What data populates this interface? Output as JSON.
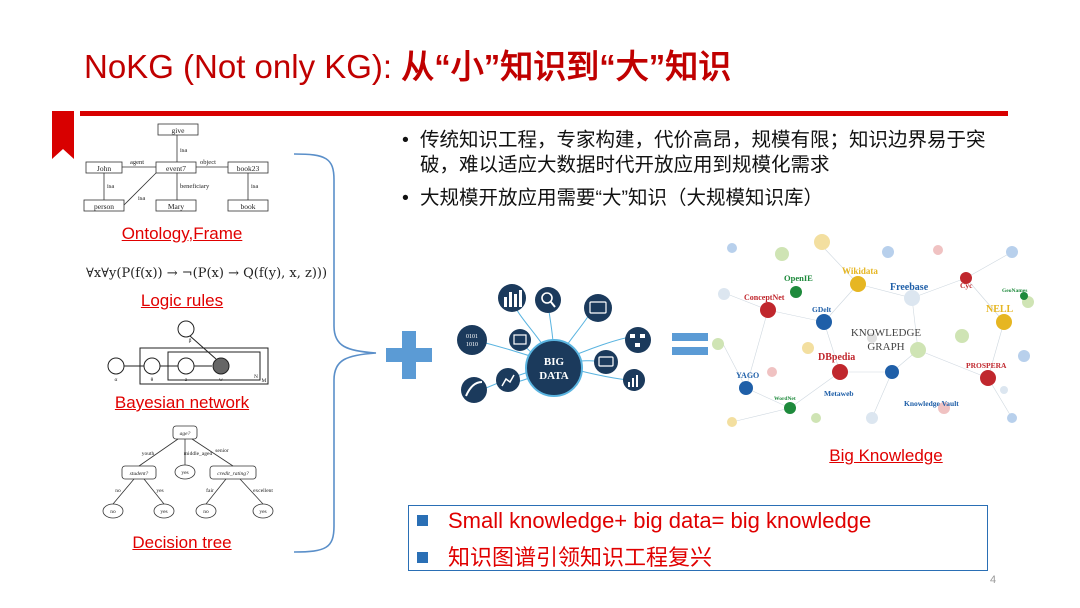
{
  "title": {
    "prefix": "NoKG (Not only KG): ",
    "emphasis": "从“小”知识到“大”知识"
  },
  "colors": {
    "accent_red": "#d80000",
    "text_red": "#e00000",
    "blue": "#2a6fb5",
    "navy": "#1b3a5c"
  },
  "left_panel": {
    "ontology": {
      "caption": "Ontology,Frame",
      "nodes": [
        "give",
        "John",
        "event7",
        "book23",
        "person",
        "Mary",
        "book"
      ],
      "edges": [
        "isa",
        "agent",
        "object",
        "isa",
        "beneficiary",
        "isa",
        "isa"
      ]
    },
    "logic": {
      "formula": "∀x∀y(P(f(x)) → ¬(P(x) → Q(f(y), x, z)))",
      "caption": "Logic rules"
    },
    "bayesian": {
      "caption": "Bayesian network",
      "labels": [
        "β",
        "α",
        "θ",
        "z",
        "w",
        "N",
        "M"
      ]
    },
    "decision_tree": {
      "caption": "Decision tree",
      "root": "age?",
      "branches": [
        "youth",
        "middle_aged",
        "senior"
      ],
      "mid_nodes": [
        "student?",
        "yes",
        "credit_rating?"
      ],
      "sub_branches": [
        "no",
        "yes",
        "fair",
        "excellent"
      ],
      "leaves": [
        "no",
        "yes",
        "no",
        "yes"
      ]
    }
  },
  "bullets": [
    "传统知识工程，专家构建，代价高昂，规模有限；知识边界易于突破，难以适应大数据时代开放应用到规模化需求",
    "大规模开放应用需要“大”知识（大规模知识库）"
  ],
  "big_data": {
    "line1": "BIG",
    "line2": "DATA",
    "icon_text": "0101\n1010"
  },
  "knowledge_graph": {
    "center_line1": "KNOWLEDGE",
    "center_line2": "GRAPH",
    "sources": [
      "OpenIE",
      "Wikidata",
      "Freebase",
      "Cyc",
      "GeoNames",
      "ConceptNet",
      "GDelt",
      "NELL",
      "DBpedia",
      "PROSPERA",
      "YAGO",
      "WordNet",
      "Metaweb",
      "Knowledge Vault"
    ],
    "caption": "Big Knowledge"
  },
  "summary_box": {
    "line1": "Small knowledge+ big data= big knowledge",
    "line2": "知识图谱引领知识工程复兴"
  },
  "page_number": "4"
}
